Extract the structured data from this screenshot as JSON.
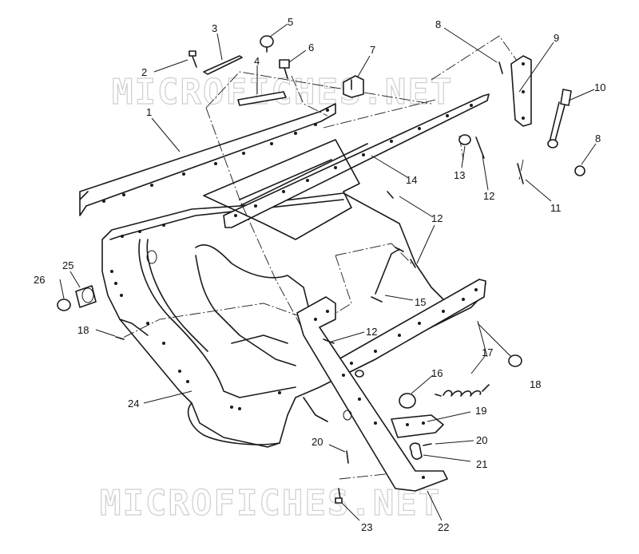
{
  "watermark": {
    "text": "MICROFICHES.NET"
  },
  "callouts": [
    {
      "id": "1",
      "label": "1"
    },
    {
      "id": "2",
      "label": "2"
    },
    {
      "id": "3",
      "label": "3"
    },
    {
      "id": "4",
      "label": "4"
    },
    {
      "id": "5",
      "label": "5"
    },
    {
      "id": "6",
      "label": "6"
    },
    {
      "id": "7",
      "label": "7"
    },
    {
      "id": "8a",
      "label": "8"
    },
    {
      "id": "8b",
      "label": "8"
    },
    {
      "id": "9",
      "label": "9"
    },
    {
      "id": "10",
      "label": "10"
    },
    {
      "id": "11",
      "label": "11"
    },
    {
      "id": "12a",
      "label": "12"
    },
    {
      "id": "12b",
      "label": "12"
    },
    {
      "id": "12c",
      "label": "12"
    },
    {
      "id": "13",
      "label": "13"
    },
    {
      "id": "14",
      "label": "14"
    },
    {
      "id": "15",
      "label": "15"
    },
    {
      "id": "16",
      "label": "16"
    },
    {
      "id": "17",
      "label": "17"
    },
    {
      "id": "18a",
      "label": "18"
    },
    {
      "id": "18b",
      "label": "18"
    },
    {
      "id": "19",
      "label": "19"
    },
    {
      "id": "20a",
      "label": "20"
    },
    {
      "id": "20b",
      "label": "20"
    },
    {
      "id": "21",
      "label": "21"
    },
    {
      "id": "22",
      "label": "22"
    },
    {
      "id": "23",
      "label": "23"
    },
    {
      "id": "24",
      "label": "24"
    },
    {
      "id": "25",
      "label": "25"
    },
    {
      "id": "26",
      "label": "26"
    }
  ]
}
